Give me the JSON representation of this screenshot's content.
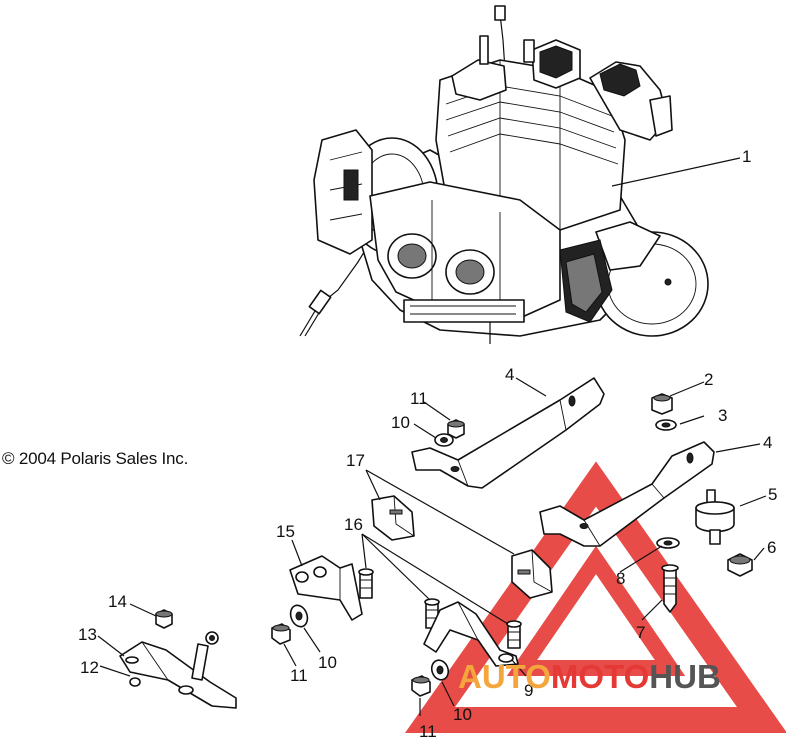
{
  "copyright": "© 2004 Polaris Sales Inc.",
  "callouts": [
    "1",
    "2",
    "3",
    "4",
    "4",
    "5",
    "6",
    "7",
    "8",
    "9",
    "10",
    "10",
    "10",
    "11",
    "11",
    "11",
    "12",
    "13",
    "14",
    "15",
    "16",
    "17"
  ],
  "watermark": {
    "part1": "AUTO",
    "part2": "MOTO",
    "part3": "HUB",
    "colors": {
      "red": "#e53935",
      "orange": "#f4a53c",
      "gray": "#555555"
    }
  }
}
